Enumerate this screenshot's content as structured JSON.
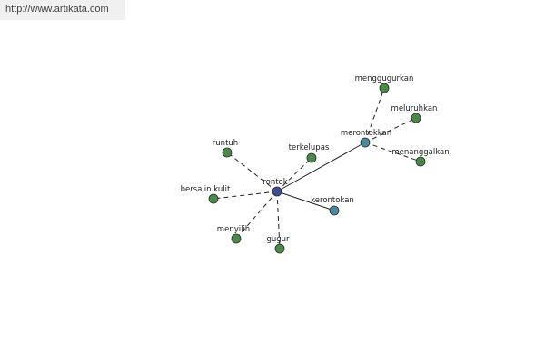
{
  "header": {
    "url_text": "http://www.artikata.com"
  },
  "colors": {
    "center_node": "#3a4f96",
    "hub_node": "#4a8a9a",
    "leaf_node": "#4a8a48",
    "node_stroke": "#2b2b2b",
    "edge": "#222222"
  },
  "graph": {
    "nodes": [
      {
        "id": "rontok",
        "label": "rontok",
        "kind": "center"
      },
      {
        "id": "merontokkan",
        "label": "merontokkan",
        "kind": "hub"
      },
      {
        "id": "kerontokan",
        "label": "kerontokan",
        "kind": "hub"
      },
      {
        "id": "runtuh",
        "label": "runtuh",
        "kind": "leaf"
      },
      {
        "id": "terkelupas",
        "label": "terkelupas",
        "kind": "leaf"
      },
      {
        "id": "bersalin-kulit",
        "label": "bersalin kulit",
        "kind": "leaf"
      },
      {
        "id": "menyilih",
        "label": "menyilih",
        "kind": "leaf"
      },
      {
        "id": "gugur",
        "label": "gugur",
        "kind": "leaf"
      },
      {
        "id": "menggugurkan",
        "label": "menggugurkan",
        "kind": "leaf"
      },
      {
        "id": "meluruhkan",
        "label": "meluruhkan",
        "kind": "leaf"
      },
      {
        "id": "menanggalkan",
        "label": "menanggalkan",
        "kind": "leaf"
      }
    ],
    "edges": [
      {
        "from": "rontok",
        "to": "merontokkan",
        "style": "solid"
      },
      {
        "from": "rontok",
        "to": "kerontokan",
        "style": "solid"
      },
      {
        "from": "rontok",
        "to": "runtuh",
        "style": "dashed"
      },
      {
        "from": "rontok",
        "to": "terkelupas",
        "style": "dashed"
      },
      {
        "from": "rontok",
        "to": "bersalin-kulit",
        "style": "dashed"
      },
      {
        "from": "rontok",
        "to": "menyilih",
        "style": "dashed"
      },
      {
        "from": "rontok",
        "to": "gugur",
        "style": "dashed"
      },
      {
        "from": "merontokkan",
        "to": "menggugurkan",
        "style": "dashed"
      },
      {
        "from": "merontokkan",
        "to": "meluruhkan",
        "style": "dashed"
      },
      {
        "from": "merontokkan",
        "to": "menanggalkan",
        "style": "dashed"
      }
    ]
  }
}
